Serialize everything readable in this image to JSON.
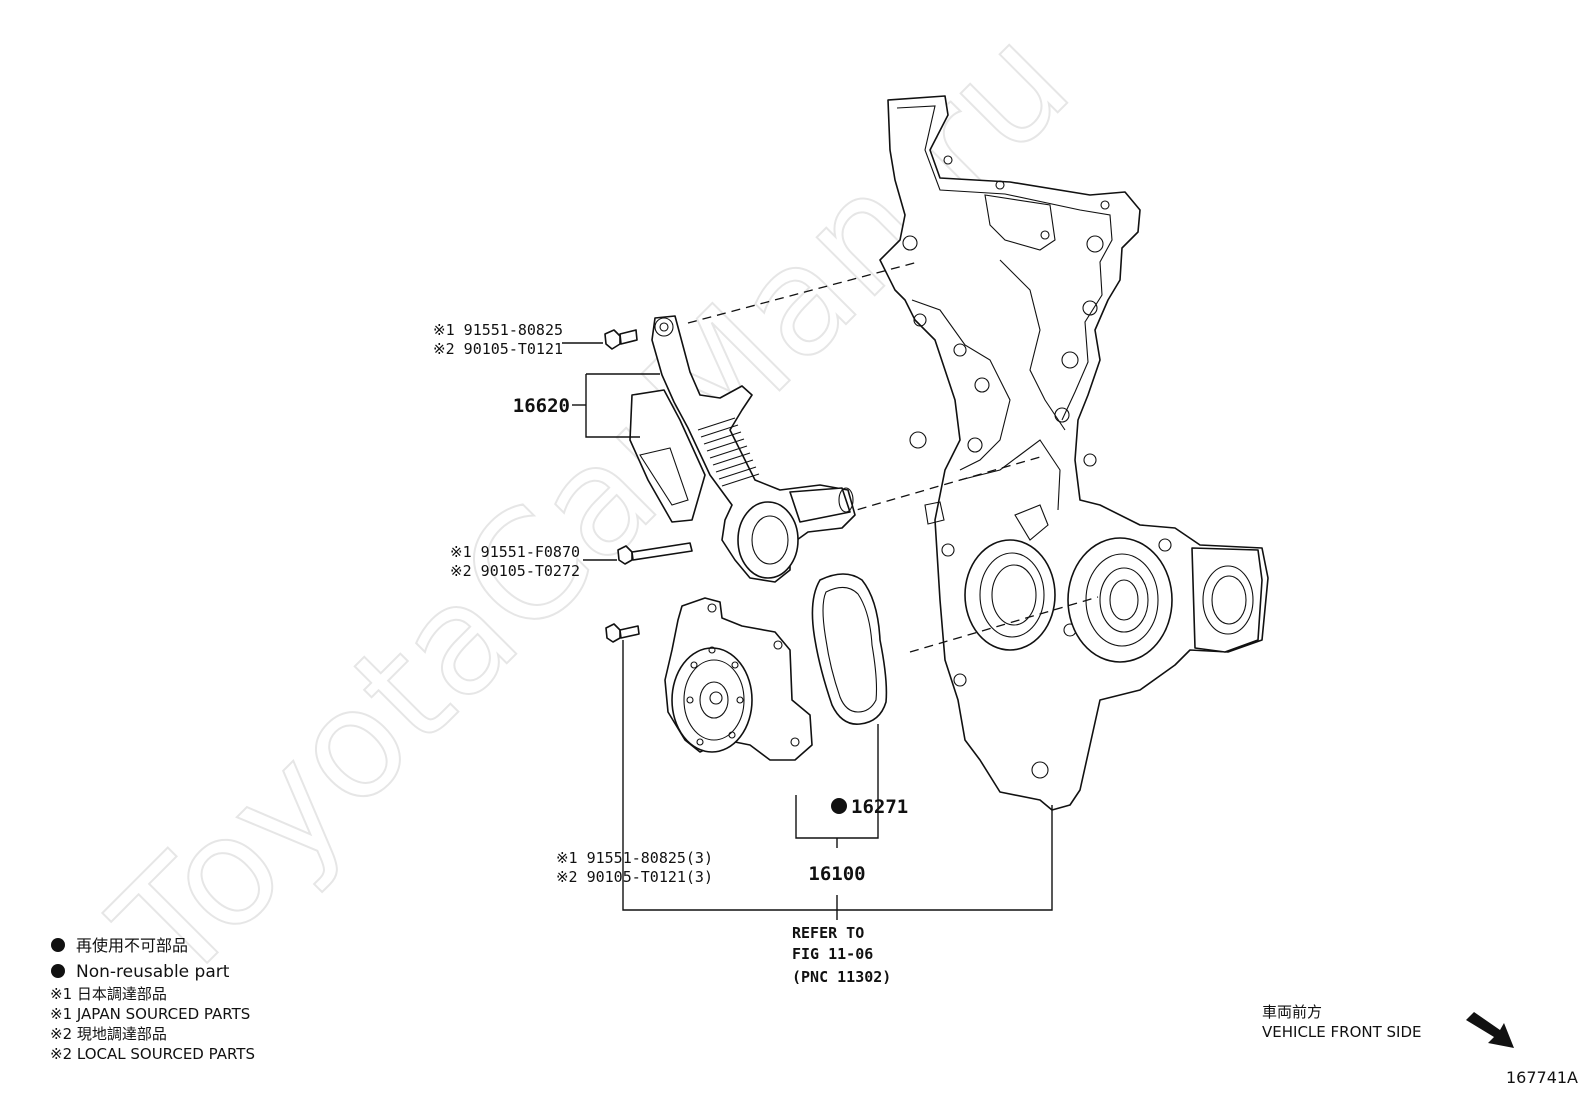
{
  "watermark": "ToyotaCarMan.ru",
  "callouts": {
    "bolt_top_1": "※1 91551-80825",
    "bolt_top_2": "※2 90105-T0121",
    "tensioner": "16620",
    "bolt_mid_1": "※1 91551-F0870",
    "bolt_mid_2": "※2 90105-T0272",
    "gasket": "16271",
    "pump": "16100",
    "bolt_bottom_1": "※1 91551-80825(3)",
    "bolt_bottom_2": "※2 90105-T0121(3)",
    "refer_1": "REFER TO",
    "refer_2": "FIG 11-06",
    "refer_3": "(PNC 11302)"
  },
  "legend": {
    "nonreusable_jp": "再使用不可部品",
    "nonreusable_en": "Non-reusable part",
    "japan_jp": "※1  日本調達部品",
    "japan_en": "※1  JAPAN SOURCED PARTS",
    "local_jp": "※2  現地調達部品",
    "local_en": "※2  LOCAL SOURCED PARTS"
  },
  "direction": {
    "jp": "車両前方",
    "en": "VEHICLE FRONT SIDE"
  },
  "figure_id": "167741A"
}
